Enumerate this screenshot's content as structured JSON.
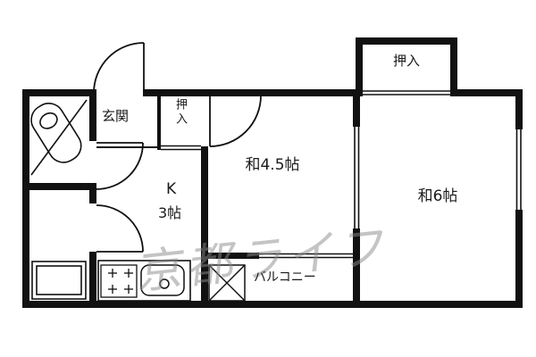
{
  "floorplan": {
    "labels": {
      "closet_top_right": "押入",
      "closet_hall": "押入",
      "genkan": "玄関",
      "kitchen_name": "K",
      "kitchen_size": "3帖",
      "room_45": "和4.5帖",
      "room_6": "和6帖",
      "balcony": "バルコニー"
    },
    "watermark": "京都ライフ",
    "colors": {
      "wall": "#111111",
      "background": "#ffffff",
      "watermark": "#8a8a8a"
    }
  }
}
